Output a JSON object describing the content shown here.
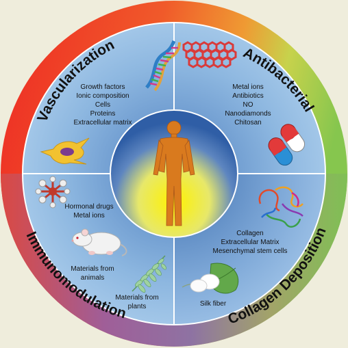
{
  "ring_labels": {
    "vascularization": "Vascularization",
    "antibacterial": "Antibacterial",
    "immunomodulation": "Immunomodulation",
    "collagen": "Collagen Deposition"
  },
  "quadrants": {
    "vascularization": {
      "items": [
        "Growth factors",
        "Ionic composition",
        "Cells",
        "Proteins",
        "Extracellular matrix"
      ]
    },
    "antibacterial": {
      "items": [
        "Metal ions",
        "Antibiotics",
        "NO",
        "Nanodiamonds",
        "Chitosan"
      ]
    },
    "immunomodulation": {
      "group1": [
        "Hormonal drugs",
        "Metal ions"
      ],
      "group2": [
        "Materials from",
        "animals"
      ],
      "group3": [
        "Materials from",
        "plants"
      ]
    },
    "collagen": {
      "group1": [
        "Collagen",
        "Extracellular Matrix",
        "Mesenchymal stem cells"
      ],
      "group2": [
        "Silk fiber"
      ]
    }
  },
  "icons": [
    "dna-icon",
    "graphene-lattice-icon",
    "endothelial-cell-icon",
    "capsule-pill-icon",
    "metal-ion-crystal-icon",
    "protein-structure-icon",
    "rat-icon",
    "fern-leaf-icon",
    "silk-cocoon-icon",
    "human-body-icon"
  ],
  "colors": {
    "ring_red": "#ee2a24",
    "ring_orange": "#f08a2a",
    "ring_yellow": "#d8d84a",
    "ring_green": "#8cc84e",
    "ring_purple": "#8f6aa8",
    "quadrant_blue": "#8db8e2",
    "center_glow": "#fff200",
    "body_orange": "#d97a1e"
  }
}
